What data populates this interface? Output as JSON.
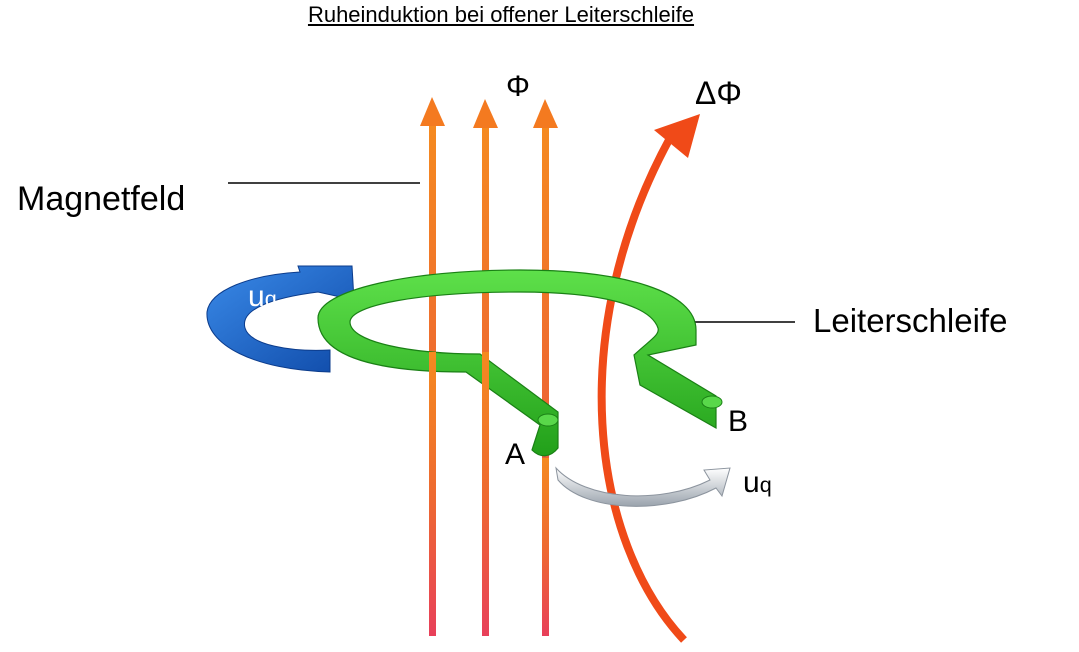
{
  "title": "Ruheinduktion bei offener Leiterschleife",
  "labels": {
    "magnetfeld": "Magnetfeld",
    "leiterschleife": "Leiterschleife",
    "phi": "Φ",
    "delta_phi": "ΔΦ",
    "point_a": "A",
    "point_b": "B",
    "uq_right": "u",
    "uq_right_sub": "q",
    "uq_left": "u",
    "uq_left_sub": "q"
  },
  "colors": {
    "field_arrow": "#ee6030",
    "field_arrow_head": "#f47a20",
    "delta_arrow": "#f04a18",
    "loop": "#39c42a",
    "loop_dark": "#1f8f18",
    "voltage_arrow_left": "#1e63c8",
    "voltage_arrow_right": "#d9dde3"
  }
}
